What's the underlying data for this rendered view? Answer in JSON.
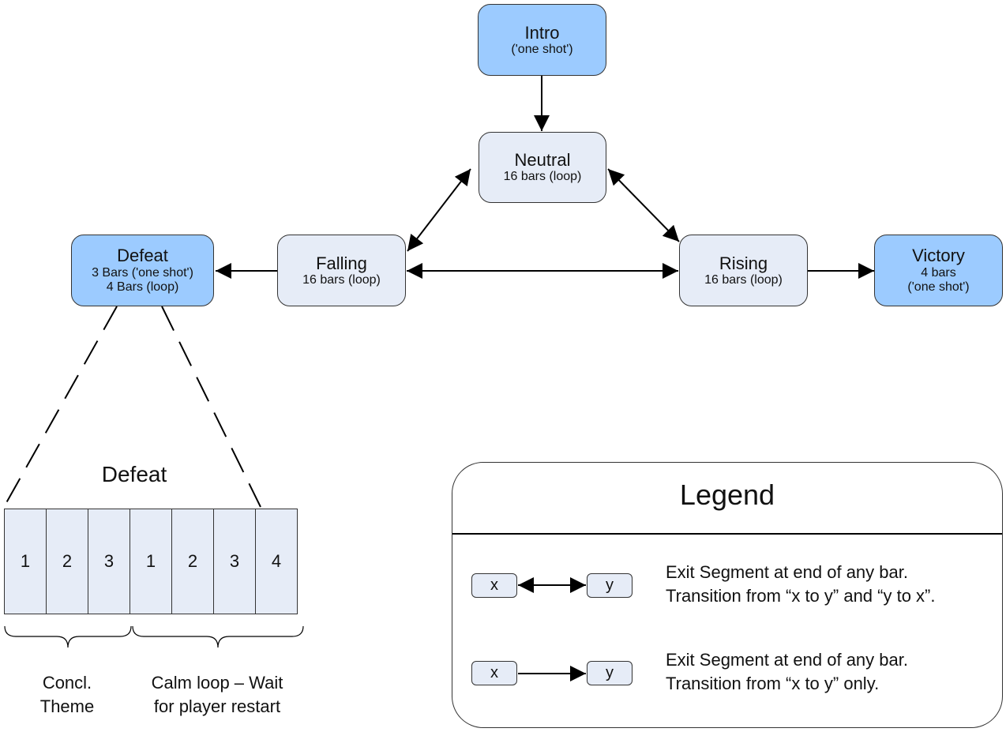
{
  "nodes": {
    "intro": {
      "title": "Intro",
      "sub": [
        "('one shot')"
      ]
    },
    "neutral": {
      "title": "Neutral",
      "sub": [
        "16 bars (loop)"
      ]
    },
    "falling": {
      "title": "Falling",
      "sub": [
        "16 bars (loop)"
      ]
    },
    "rising": {
      "title": "Rising",
      "sub": [
        "16 bars (loop)"
      ]
    },
    "defeat": {
      "title": "Defeat",
      "sub": [
        "3 Bars ('one shot')",
        "4 Bars (loop)"
      ]
    },
    "victory": {
      "title": "Victory",
      "sub": [
        "4 bars",
        "('one shot')"
      ]
    }
  },
  "defeat_detail": {
    "title": "Defeat",
    "bars": [
      "1",
      "2",
      "3",
      "1",
      "2",
      "3",
      "4"
    ],
    "groups": [
      {
        "lines": [
          "Concl.",
          "Theme"
        ]
      },
      {
        "lines": [
          "Calm loop – Wait",
          "for player restart"
        ]
      }
    ]
  },
  "legend": {
    "title": "Legend",
    "rows": [
      {
        "from": "x",
        "to": "y",
        "lines": [
          "Exit Segment at end of any bar.",
          "Transition from “x to y” and “y to x”."
        ]
      },
      {
        "from": "x",
        "to": "y",
        "lines": [
          "Exit Segment at end of any bar.",
          "Transition from “x to y” only."
        ]
      }
    ]
  },
  "colors": {
    "state_fill": "#e6ecf7",
    "terminal_fill": "#9ccbff",
    "stroke": "#333333"
  }
}
